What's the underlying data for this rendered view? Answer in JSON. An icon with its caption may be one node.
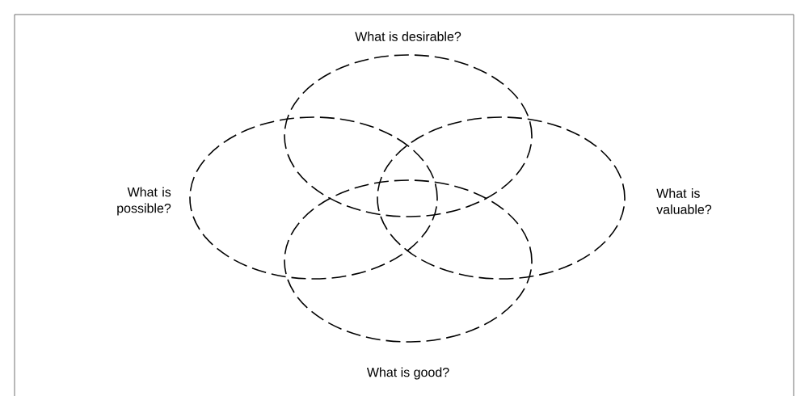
{
  "diagram": {
    "nodes": [
      {
        "text": [
          "What is desirable?"
        ]
      },
      {
        "text": [
          "What is possible?"
        ]
      },
      {
        "text": [
          "What is valuable?"
        ]
      },
      {
        "text": [
          "What is good?"
        ]
      }
    ]
  }
}
